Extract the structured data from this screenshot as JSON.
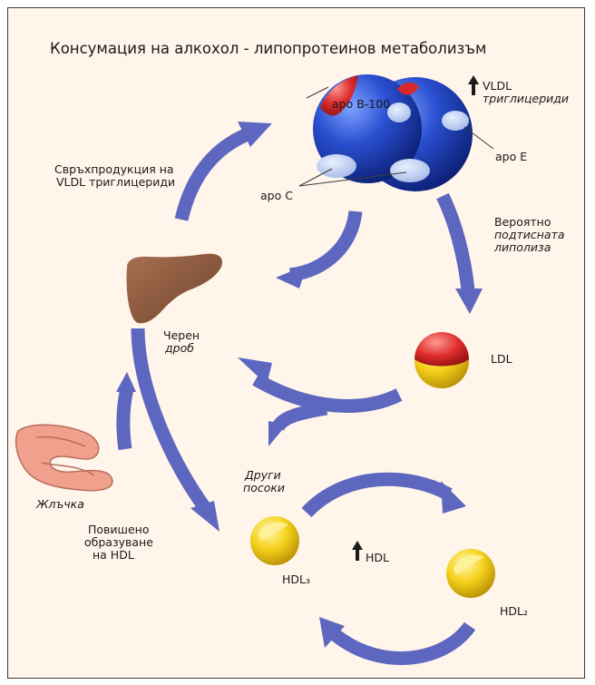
{
  "title": "Консумация на алкохол - липопротеинов метаболизъм",
  "labels": {
    "apo_b100": "apo B-100",
    "vldl_line1": "VLDL",
    "vldl_line2": "триглицериди",
    "apo_e": "apo E",
    "apo_c": "apo C",
    "overproduction_line1": "Свръхпродукция на",
    "overproduction_line2": "VLDL триглицериди",
    "lipolysis_line1": "Вероятно",
    "lipolysis_line2": "подтисната",
    "lipolysis_line3": "липолиза",
    "liver_line1": "Черен",
    "liver_line2": "дроб",
    "ldl": "LDL",
    "other_line1": "Други",
    "other_line2": "посоки",
    "gallbladder": "Жлъчка",
    "hdl_form_line1": "Повишено",
    "hdl_form_line2": "образуване",
    "hdl_form_line3": "на HDL",
    "hdl_up": "HDL",
    "hdl3": "HDL₃",
    "hdl2": "HDL₂"
  },
  "icons": {
    "vldl_increase": "up-arrow-icon",
    "hdl_increase": "up-arrow-icon"
  },
  "colors": {
    "background": "#fff5ea",
    "arrow": "#5d67bf",
    "vldl_particle": "#1d3fae",
    "apo_b100_cap": "#e0262c",
    "apo_c_e_patch": "#b7c8ee",
    "liver": "#8b5a3c",
    "gallbladder": "#f0a08c",
    "ldl_top": "#d62b2b",
    "lipoprotein_yellow": "#f2cf18"
  }
}
